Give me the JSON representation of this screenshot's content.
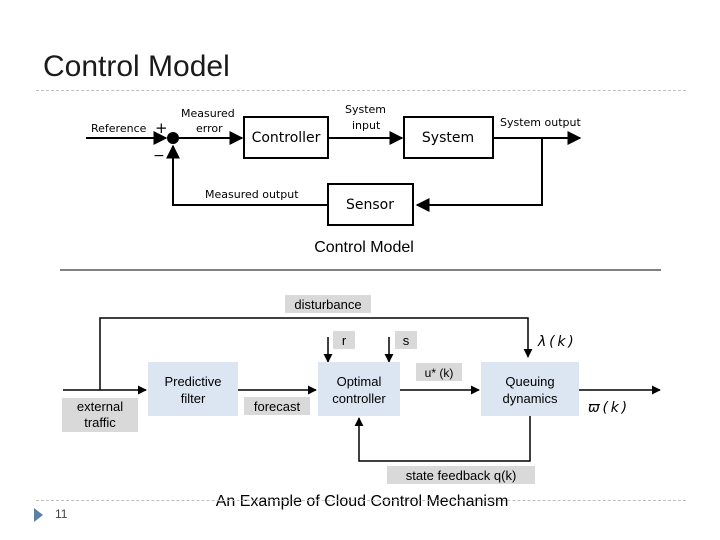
{
  "slide": {
    "title": "Control Model",
    "number": "11"
  },
  "diagram1": {
    "reference": "Reference",
    "plus": "+",
    "minus": "−",
    "measured_error_1": "Measured",
    "measured_error_2": "error",
    "controller": "Controller",
    "system_input_1": "System",
    "system_input_2": "input",
    "system": "System",
    "system_output": "System output",
    "measured_output": "Measured output",
    "sensor": "Sensor",
    "caption": "Control Model"
  },
  "diagram2": {
    "disturbance": "disturbance",
    "r": "r",
    "s": "s",
    "lambda": "λ ( k )",
    "predictive_1": "Predictive",
    "predictive_2": "filter",
    "external_1": "external",
    "external_2": "traffic",
    "forecast": "forecast",
    "optimal_1": "Optimal",
    "optimal_2": "controller",
    "u_star": "u* (k)",
    "queuing_1": "Queuing",
    "queuing_2": "dynamics",
    "omega": "ϖ ( k )",
    "state_feedback": "state feedback q(k)",
    "caption": "An Example of  Cloud Control Mechanism"
  },
  "colors": {
    "box_fill_blue": "#dce6f2",
    "box_fill_gray": "#d9d9d9",
    "line": "#000000",
    "accent": "#5b7fa6"
  }
}
